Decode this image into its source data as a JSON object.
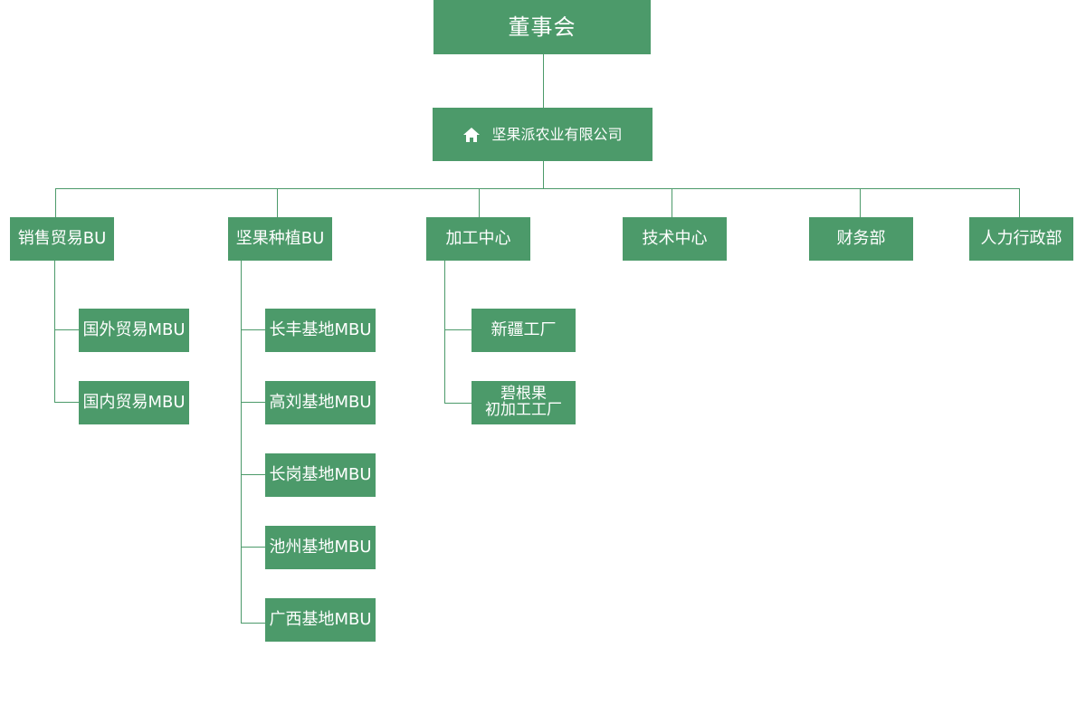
{
  "colors": {
    "node_fill": "#4c9a6a",
    "node_text": "#ffffff",
    "connector": "#4c9a6a"
  },
  "diagram": {
    "board": "董事会",
    "company": {
      "icon": "home-icon",
      "label": "坚果派农业有限公司"
    },
    "units": [
      {
        "label": "销售贸易BU",
        "children": [
          "国外贸易MBU",
          "国内贸易MBU"
        ]
      },
      {
        "label": "坚果种植BU",
        "children": [
          "长丰基地MBU",
          "高刘基地MBU",
          "长岗基地MBU",
          "池州基地MBU",
          "广西基地MBU"
        ]
      },
      {
        "label": "加工中心",
        "children": [
          "新疆工厂",
          {
            "line1": "碧根果",
            "line2": "初加工工厂"
          }
        ]
      },
      {
        "label": "技术中心",
        "children": []
      },
      {
        "label": "财务部",
        "children": []
      },
      {
        "label": "人力行政部",
        "children": []
      }
    ]
  }
}
